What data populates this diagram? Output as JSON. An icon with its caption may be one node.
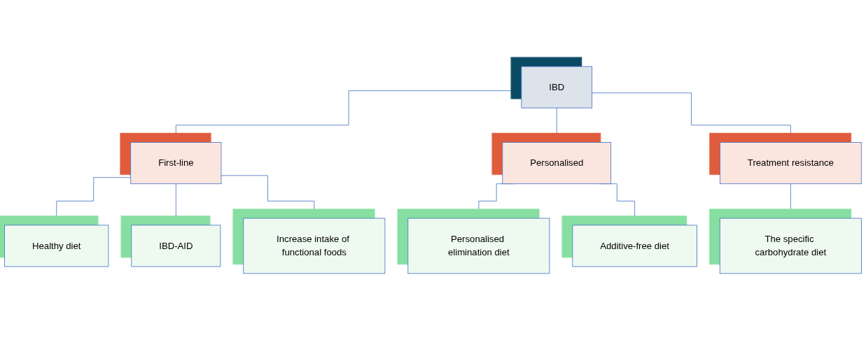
{
  "diagram": {
    "nodes": [
      {
        "text": [
          "IBD"
        ]
      },
      {
        "text": [
          "First-line"
        ]
      },
      {
        "text": [
          "Personalised"
        ]
      },
      {
        "text": [
          "Treatment resistance"
        ]
      },
      {
        "text": [
          "Healthy diet"
        ]
      },
      {
        "text": [
          "IBD-AID"
        ]
      },
      {
        "text": [
          "Increase intake of functional foods"
        ]
      },
      {
        "text": [
          "Personalised elimination diet"
        ]
      },
      {
        "text": [
          "Additive-free diet"
        ]
      },
      {
        "text": [
          "The specific carbohydrate diet"
        ]
      }
    ],
    "edges": [
      {
        "from": 0,
        "to": 1,
        "arrow": "none"
      },
      {
        "from": 0,
        "to": 2,
        "arrow": "none"
      },
      {
        "from": 0,
        "to": 3,
        "arrow": "none"
      },
      {
        "from": 1,
        "to": 4,
        "arrow": "none"
      },
      {
        "from": 1,
        "to": 5,
        "arrow": "none"
      },
      {
        "from": 1,
        "to": 6,
        "arrow": "none"
      },
      {
        "from": 2,
        "to": 7,
        "arrow": "none"
      },
      {
        "from": 2,
        "to": 8,
        "arrow": "none"
      },
      {
        "from": 3,
        "to": 9,
        "arrow": "none"
      }
    ]
  }
}
